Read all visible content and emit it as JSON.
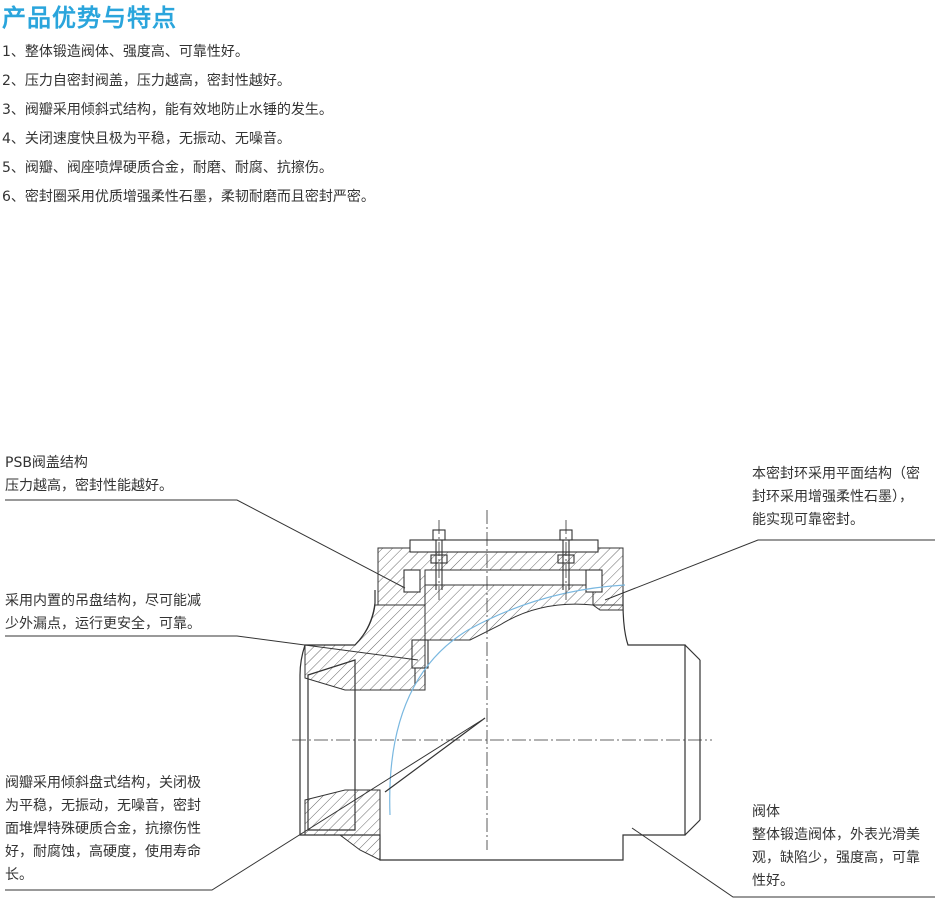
{
  "title": "产品优势与特点",
  "features": [
    "1、整体锻造阀体、强度高、可靠性好。",
    "2、压力自密封阀盖，压力越高，密封性越好。",
    "3、阀瓣采用倾斜式结构，能有效地防止水锤的发生。",
    "4、关闭速度快且极为平稳，无振动、无噪音。",
    "5、阀瓣、阀座喷焊硬质合金，耐磨、耐腐、抗擦伤。",
    "6、密封圈采用优质增强柔性石墨，柔韧耐磨而且密封严密。"
  ],
  "annotations": {
    "psb": [
      "PSB阀盖结构",
      "压力越高，密封性能越好。"
    ],
    "hanger": [
      "采用内置的吊盘结构，尽可能减",
      "少外漏点，运行更安全，可靠。"
    ],
    "disc": [
      "阀瓣采用倾斜盘式结构，关闭极",
      "为平稳，无振动，无噪音，密封",
      "面堆焊特殊硬质合金，抗擦伤性",
      "好，耐腐蚀，高硬度，使用寿命",
      "长。"
    ],
    "seal": [
      "本密封环采用平面结构（密",
      "封环采用增强柔性石墨），",
      "能实现可靠密封。"
    ],
    "body": [
      "阀体",
      "整体锻造阀体，外表光滑美",
      "观，缺陷少，强度高，可靠",
      "性好。"
    ]
  },
  "colors": {
    "title": "#2aa5dc",
    "text": "#333333",
    "line": "#333333",
    "arc": "#7ab8e0"
  }
}
